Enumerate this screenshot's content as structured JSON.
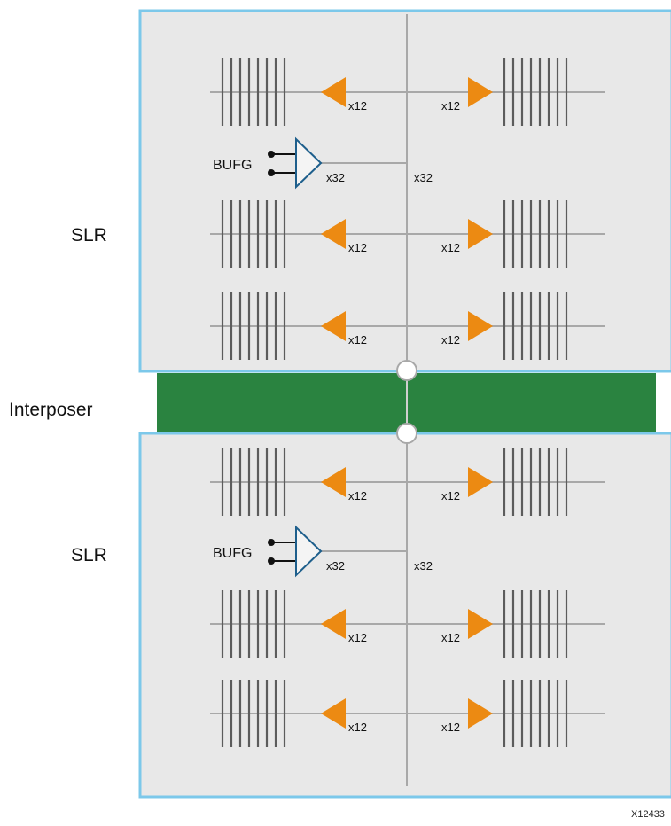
{
  "labels": {
    "slr_top": "SLR",
    "slr_bottom": "SLR",
    "interposer": "Interposer",
    "figure_id": "X12433"
  },
  "bufg": {
    "label": "BUFG",
    "fanout_label": "x32",
    "spine_label": "x32"
  },
  "branch": {
    "left_label": "x12",
    "right_label": "x12"
  },
  "colors": {
    "slr_fill": "#e8e8e8",
    "slr_border": "#7cc8ea",
    "interposer": "#2a8340",
    "arrow": "#ec8a12",
    "wire": "#a8a8a8",
    "bar": "#5c5c5c",
    "buffer_outline": "#1e5f8c"
  }
}
